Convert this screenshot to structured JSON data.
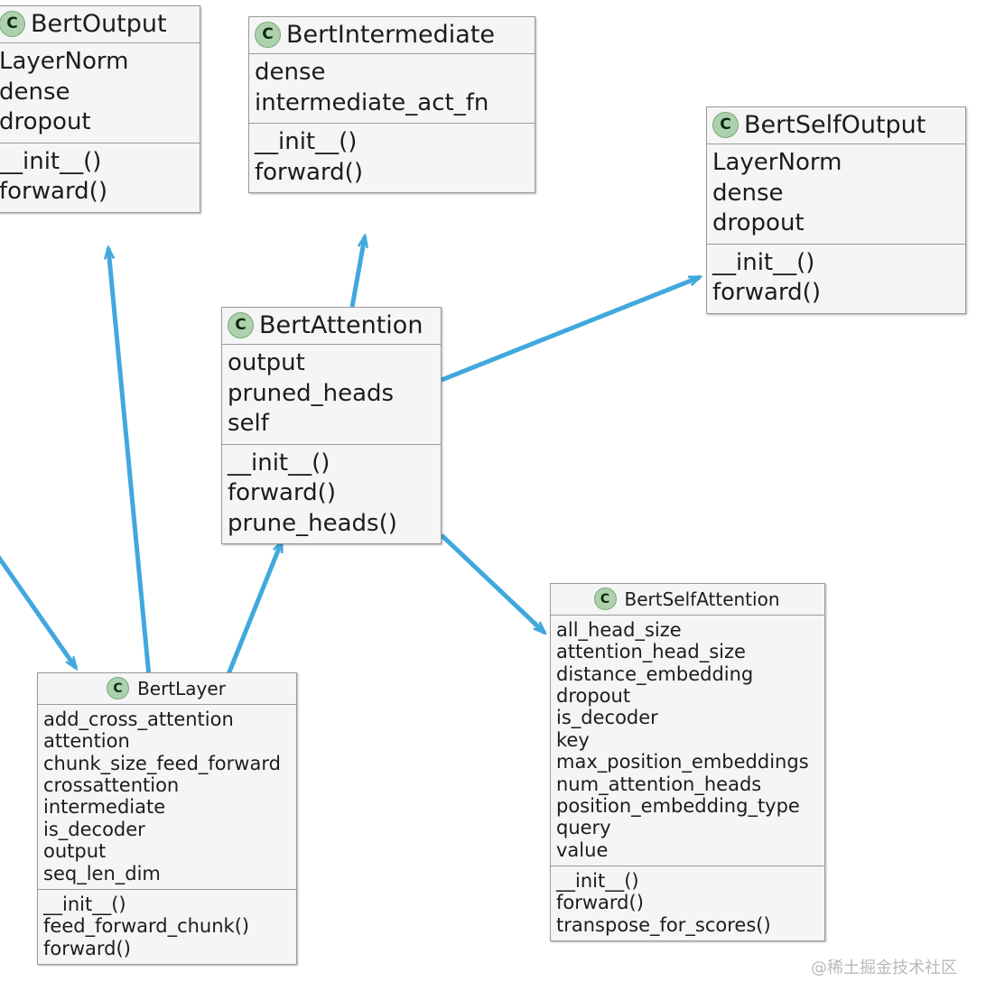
{
  "diagram": {
    "kind": "uml-class-diagram",
    "accent_arrow_color": "#41a8dd",
    "class_badge_letter": "C",
    "box_background": "#f5f5f5",
    "box_border": "#9a9a9a",
    "badge_fill": "#add1ad",
    "badge_border": "#7aa87a",
    "classes": [
      {
        "id": "bert-output",
        "name": "BertOutput",
        "attributes": [
          "LayerNorm",
          "dense",
          "dropout"
        ],
        "methods": [
          "__init__()",
          "forward()"
        ]
      },
      {
        "id": "bert-intermediate",
        "name": "BertIntermediate",
        "attributes": [
          "dense",
          "intermediate_act_fn"
        ],
        "methods": [
          "__init__()",
          "forward()"
        ]
      },
      {
        "id": "bert-self-output",
        "name": "BertSelfOutput",
        "attributes": [
          "LayerNorm",
          "dense",
          "dropout"
        ],
        "methods": [
          "__init__()",
          "forward()"
        ]
      },
      {
        "id": "bert-attention",
        "name": "BertAttention",
        "attributes": [
          "output",
          "pruned_heads",
          "self"
        ],
        "methods": [
          "__init__()",
          "forward()",
          "prune_heads()"
        ]
      },
      {
        "id": "bert-layer",
        "name": "BertLayer",
        "attributes": [
          "add_cross_attention",
          "attention",
          "chunk_size_feed_forward",
          "crossattention",
          "intermediate",
          "is_decoder",
          "output",
          "seq_len_dim"
        ],
        "methods": [
          "__init__()",
          "feed_forward_chunk()",
          "forward()"
        ]
      },
      {
        "id": "bert-self-attention",
        "name": "BertSelfAttention",
        "attributes": [
          "all_head_size",
          "attention_head_size",
          "distance_embedding",
          "dropout",
          "is_decoder",
          "key",
          "max_position_embeddings",
          "num_attention_heads",
          "position_embedding_type",
          "query",
          "value"
        ],
        "methods": [
          "__init__()",
          "forward()",
          "transpose_for_scores()"
        ]
      }
    ],
    "edges": [
      {
        "from": "bert-layer",
        "to": "bert-output",
        "type": "association-open-arrow"
      },
      {
        "from": "bert-attention",
        "to": "bert-intermediate",
        "type": "association-open-arrow"
      },
      {
        "from": "bert-attention",
        "to": "bert-self-output",
        "type": "association-open-arrow"
      },
      {
        "from": "bert-attention",
        "to": "bert-self-attention",
        "type": "association-open-arrow"
      },
      {
        "from": "bert-layer",
        "to": "bert-attention",
        "type": "association-open-arrow"
      },
      {
        "from": "offscreen-left",
        "to": "bert-layer",
        "type": "association-open-arrow"
      }
    ]
  },
  "watermark": {
    "text": "@稀土掘金技术社区"
  }
}
